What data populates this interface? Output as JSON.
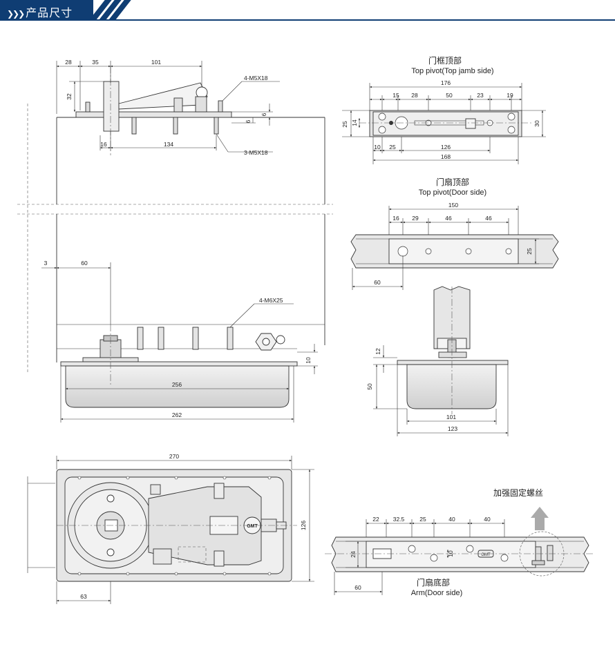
{
  "header": {
    "title": "产品尺寸",
    "chevrons": "❯❯❯"
  },
  "colors": {
    "header_bg": "#0f3d73",
    "metal": "#e4e4e4",
    "metal_dark": "#bdbdbd",
    "line": "#333333"
  },
  "views": {
    "top_pivot": {
      "title_cn": "门框顶部",
      "title_en": "Top pivot(Top jamb side)",
      "dims": {
        "total_top": "176",
        "d15": "15",
        "d28": "28",
        "d50": "50",
        "d23": "23",
        "d19": "19",
        "h25": "25",
        "h14": "14",
        "h30": "30",
        "b10": "10",
        "b25": "25",
        "b126": "126",
        "b168": "168"
      }
    },
    "door_top": {
      "title_cn": "门扇顶部",
      "title_en": "Top pivot(Door side)",
      "dims": {
        "total": "150",
        "d16": "16",
        "d29": "29",
        "d46a": "46",
        "d46b": "46",
        "h25": "25",
        "off60": "60"
      }
    },
    "side": {
      "dims": {
        "h12": "12",
        "h50": "50",
        "w101": "101",
        "w123": "123"
      }
    },
    "arm": {
      "title_cn": "门扇底部",
      "title_en": "Arm(Door side)",
      "note_cn": "加强固定螺丝",
      "dims": {
        "d22": "22",
        "d325": "32.5",
        "d25": "25",
        "d40a": "40",
        "d40b": "40",
        "h24": "24",
        "h10": "10",
        "off60": "60"
      },
      "plate_label": "GMT"
    },
    "elevation": {
      "dims": {
        "t28": "28",
        "t35": "35",
        "t101": "101",
        "h32": "32",
        "h6a": "6",
        "h6b": "6",
        "b16": "16",
        "b134": "134",
        "screw_top": "4-M5X18",
        "screw_bottom": "3-M5X18",
        "screw_mid": "4-M6X25",
        "l3": "3",
        "l60": "60",
        "h10": "10",
        "w256": "256",
        "w262": "262"
      }
    },
    "plan": {
      "dims": {
        "w270": "270",
        "h126": "126",
        "w63": "63"
      },
      "badge": "GMT"
    }
  }
}
